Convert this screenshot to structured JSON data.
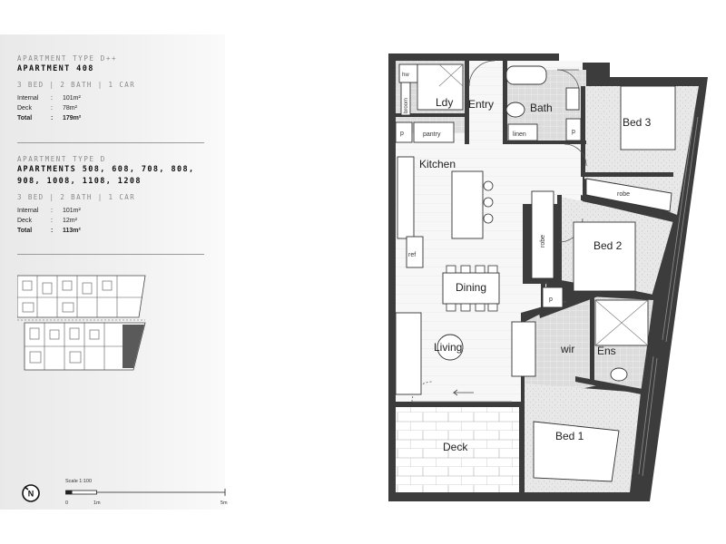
{
  "type_a": {
    "type_label": "APARTMENT TYPE D++",
    "name": "APARTMENT 408",
    "spec": "3 BED  |  2 BATH  |  1 CAR",
    "areas": [
      {
        "label": "Internal",
        "sep": ":",
        "value": "101m²"
      },
      {
        "label": "Deck",
        "sep": ":",
        "value": "78m²"
      },
      {
        "label": "Total",
        "sep": ":",
        "value": "179m²"
      }
    ]
  },
  "type_b": {
    "type_label": "APARTMENT TYPE D",
    "name_line1": "APARTMENTS 508, 608, 708, 808,",
    "name_line2": "908, 1008, 1108, 1208",
    "spec": "3 BED  |  2 BATH  |  1 CAR",
    "areas": [
      {
        "label": "Internal",
        "sep": ":",
        "value": "101m²"
      },
      {
        "label": "Deck",
        "sep": ":",
        "value": "12m²"
      },
      {
        "label": "Total",
        "sep": ":",
        "value": "113m²"
      }
    ]
  },
  "compass": {
    "letter": "N"
  },
  "scale": {
    "title": "Scale 1:100",
    "ticks": [
      "0",
      "1m",
      "5m"
    ]
  },
  "rooms": {
    "laundry": "Ldy",
    "entry": "Entry",
    "bath": "Bath",
    "bed3": "Bed 3",
    "kitchen": "Kitchen",
    "bed2": "Bed 2",
    "dining": "Dining",
    "living": "Living",
    "wir": "wir",
    "ensuite": "Ens",
    "deck": "Deck",
    "bed1": "Bed 1"
  },
  "fixtures": {
    "hw": "hw",
    "broom": "broom",
    "pantry": "pantry",
    "linen": "linen",
    "robe_bed3": "robe",
    "robe_bed2": "robe",
    "fridge": "ref",
    "pantry_p1": "p",
    "pantry_p2": "p",
    "pantry_p3": "p"
  },
  "colors": {
    "wall": "#3c3c3c",
    "wet_area": "#dcdcdc",
    "carpet": "#e8e8e8",
    "tile": "#ffffff",
    "floorboard": "#f6f6f6",
    "highlight": "#5a5a5a"
  }
}
